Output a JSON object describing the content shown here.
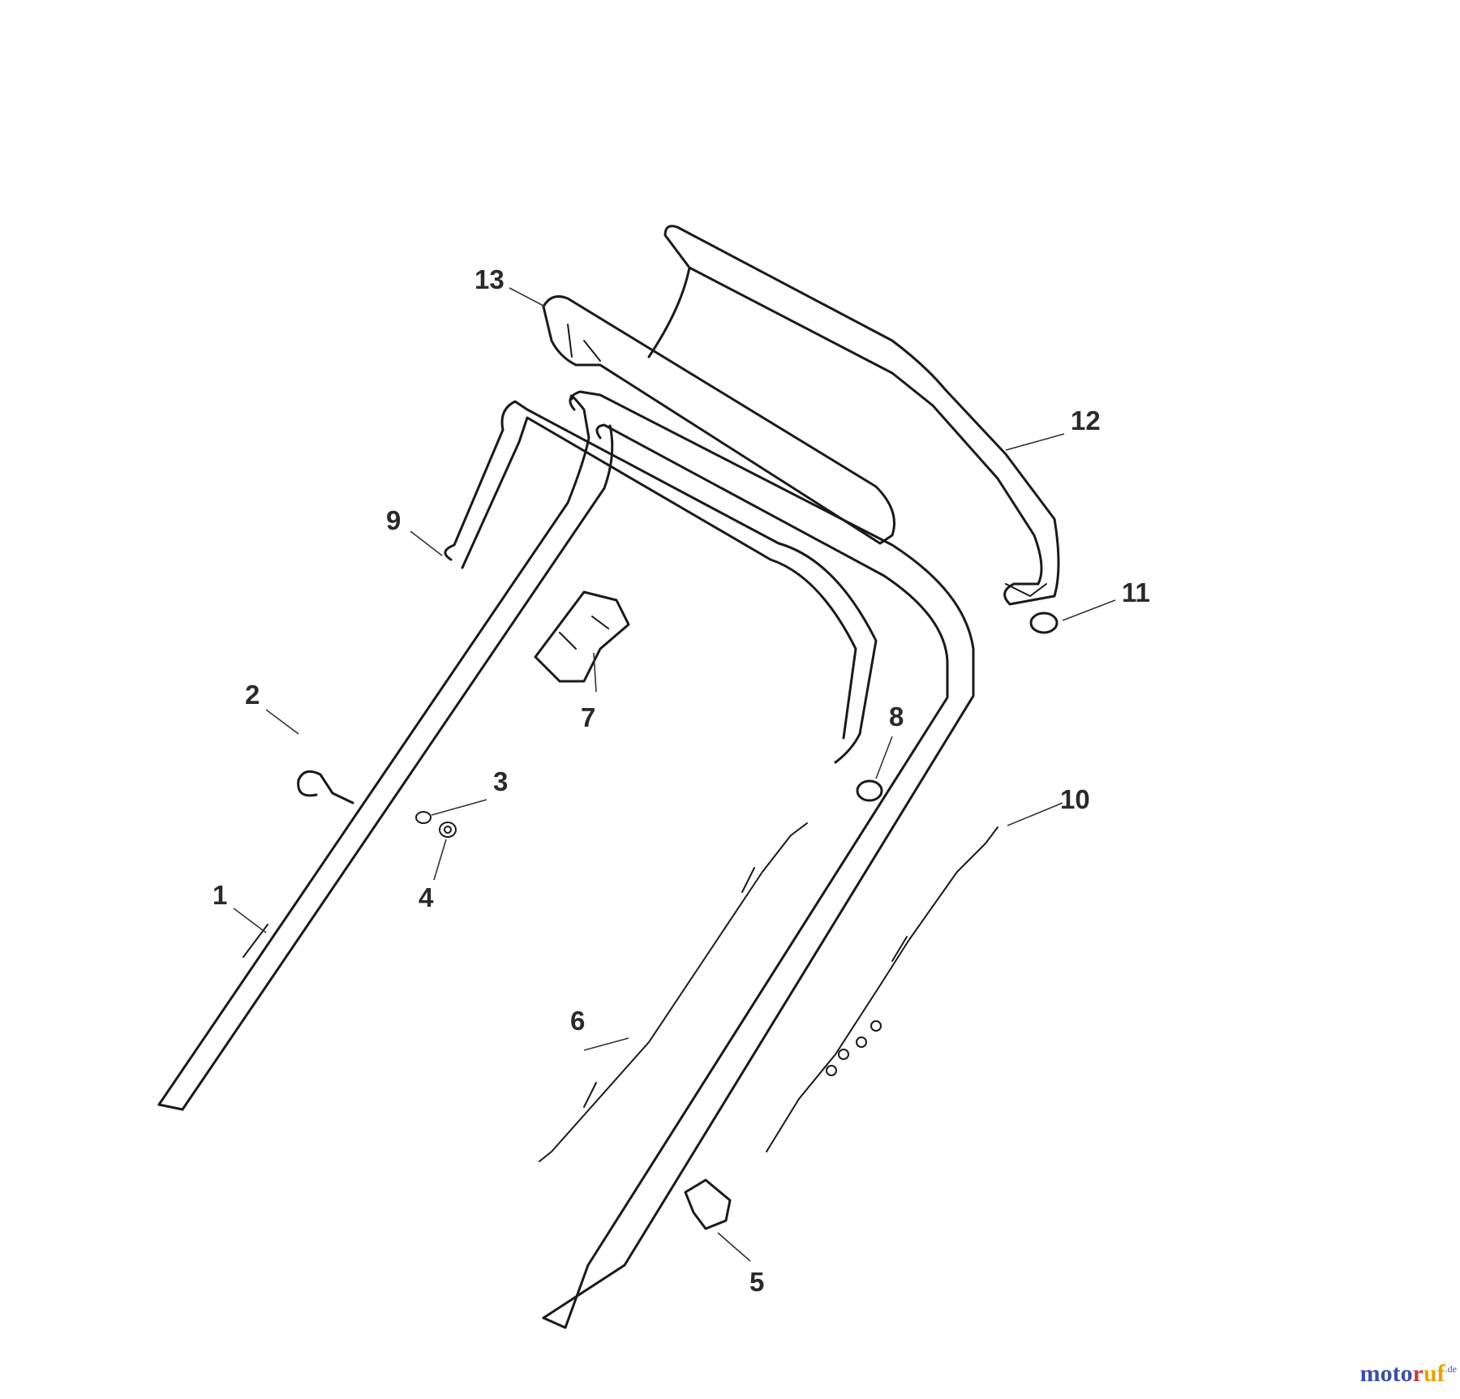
{
  "diagram": {
    "callouts": [
      "1",
      "2",
      "3",
      "4",
      "5",
      "6",
      "7",
      "8",
      "9",
      "10",
      "11",
      "12",
      "13"
    ]
  },
  "brand": {
    "part1": "moto",
    "part2": "r",
    "part3": "uf",
    "tld": ".de"
  }
}
